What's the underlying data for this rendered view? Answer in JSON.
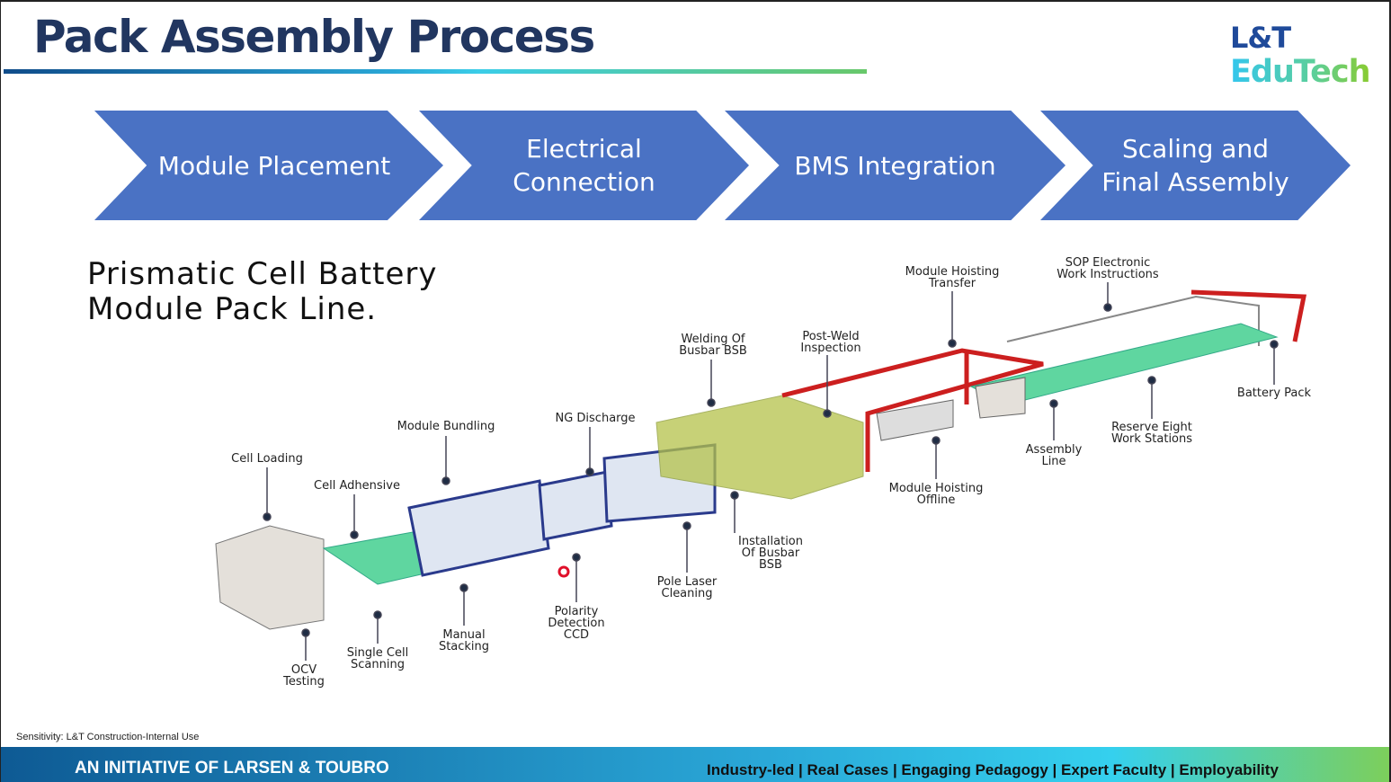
{
  "header": {
    "title": "Pack Assembly Process",
    "logo_line1": "L&T",
    "logo_line2": "EduTech"
  },
  "steps": [
    "Module Placement",
    "Electrical\nConnection",
    "BMS Integration",
    "Scaling and\nFinal Assembly"
  ],
  "diagram": {
    "title": "Prismatic Cell Battery\nModule Pack Line.",
    "labels": {
      "cell_loading": "Cell Loading",
      "cell_adhensive": "Cell Adhensive",
      "module_bundling": "Module Bundling",
      "ng_discharge": "NG Discharge",
      "welding": "Welding Of\nBusbar BSB",
      "post_weld": "Post-Weld\nInspection",
      "hoisting_transfer": "Module Hoisting\nTransfer",
      "sop": "SOP Electronic\nWork Instructions",
      "battery_pack": "Battery Pack",
      "reserve": "Reserve Eight\nWork Stations",
      "assembly_line": "Assembly\nLine",
      "hoisting_offline": "Module Hoisting\nOffline",
      "installation": "Installation\nOf Busbar\nBSB",
      "pole_laser": "Pole Laser\nCleaning",
      "polarity": "Polarity\nDetection\nCCD",
      "manual_stacking": "Manual\nStacking",
      "single_cell": "Single Cell\nScanning",
      "ocv": "OCV\nTesting"
    },
    "colors": {
      "frame": "#cc1f1f",
      "table": "#5fd6a0",
      "booth": "#2a3a8c",
      "welding_zone": "#b5c24a"
    }
  },
  "footer": {
    "initiative": "AN INITIATIVE OF LARSEN & TOUBRO",
    "sensitivity": "Sensitivity: L&T Construction-Internal Use",
    "tagline": "Industry-led | Real Cases | Engaging Pedagogy | Expert Faculty | Employability"
  },
  "colors": {
    "title": "#213660",
    "chevron": "#4a72c4"
  }
}
